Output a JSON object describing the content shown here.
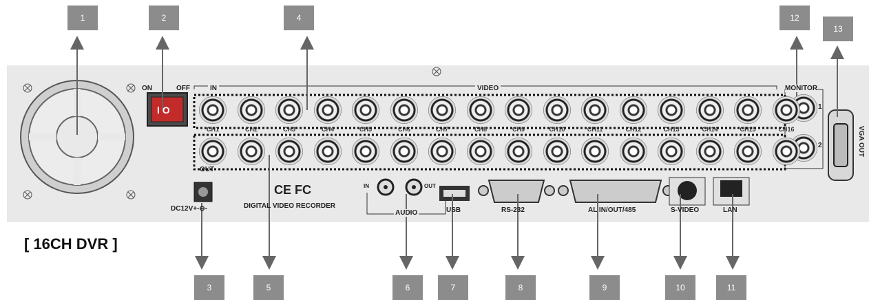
{
  "callouts": [
    "1",
    "2",
    "3",
    "4",
    "5",
    "6",
    "7",
    "8",
    "9",
    "10",
    "11",
    "12",
    "13"
  ],
  "panel": {
    "switch_on": "ON",
    "switch_off": "OFF",
    "switch_text": "I O",
    "in_label": "IN",
    "video_label": "VIDEO",
    "out_label": "OUT",
    "monitor_label": "MONITOR",
    "monitor_1": "1",
    "monitor_2": "2",
    "vga_label": "VGA OUT",
    "channels": [
      "CH1",
      "CH2",
      "CH3",
      "CH4",
      "CH5",
      "CH6",
      "CH7",
      "CH8",
      "CH9",
      "CH10",
      "CH11",
      "CH12",
      "CH13",
      "CH14",
      "CH15",
      "CH16"
    ],
    "power_label": "DC12V+-⊖-",
    "cert_label": "CE FC",
    "device_label": "DIGITAL VIDEO RECORDER",
    "audio_in": "IN",
    "audio_out": "OUT",
    "audio_label": "AUDIO",
    "usb_label": "USB",
    "rs232_label": "RS-232",
    "alarm_label": "AL IN/OUT/485",
    "svideo_label": "S-VIDEO",
    "lan_label": "LAN"
  },
  "title": "[ 16CH DVR ]"
}
